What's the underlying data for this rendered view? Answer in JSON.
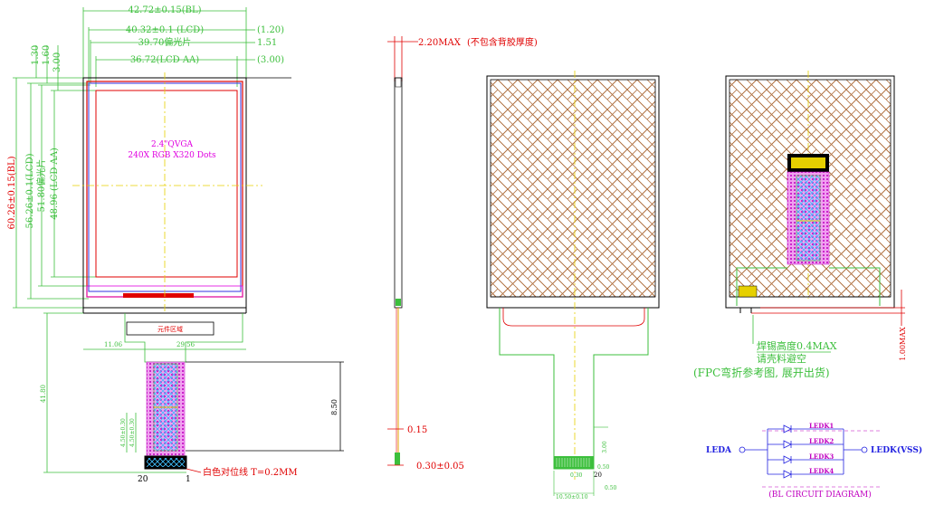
{
  "front_view": {
    "dims": {
      "bl_width": "42.72±0.15(BL)",
      "lcd_width": "40.32±0.1 (LCD)",
      "polarizer_width": "39.70偏光片",
      "lcd_aa_width": "36.72(LCD AA)",
      "right_offset_1": "(1.20)",
      "right_offset_2": "1.51",
      "right_offset_3": "(3.00)",
      "top_offset_1": "1.30",
      "top_offset_2": "1.60",
      "top_offset_3": "3.00",
      "bl_height": "60.26±0.15(BL)",
      "lcd_height": "56.26±0.1(LCD)",
      "polarizer_height": "51.80偏光片",
      "lcd_aa_height": "48.96 (LCD AA)",
      "fpc_left_offset": "11.06",
      "fpc_width": "29.56",
      "fpc_length": "41.80",
      "fpc_segment": "8.50",
      "pad_offset_a": "4.50±0.30",
      "pad_offset_b": "4.50±0.30",
      "pin_first": "20",
      "pin_last": "1"
    },
    "screen_label_line1": "2.4\"QVGA",
    "screen_label_line2": "240X RGB X320 Dots",
    "component_area_label": "元件区域",
    "white_mark_label": "白色对位线 T=0.2MM"
  },
  "side_view": {
    "thickness_max": "2.20MAX",
    "thickness_note": "(不包含背胶厚度)",
    "fpc_thickness": "0.15",
    "stiffener_thickness": "0.30±0.05"
  },
  "rear_view": {
    "finger_pitch": "0.30",
    "finger_width": "0.50",
    "finger_count": "20",
    "finger_total": "10.50±0.10",
    "tail_height": "3.00",
    "tail_edge": "0.50"
  },
  "back_view": {
    "solder_note": "焊锡高度0.4MAX",
    "clearance_note": "请壳料避空",
    "fpc_note": "(FPC弯折参考图, 展开出货)",
    "side_dim": "1.00MAX"
  },
  "bl_circuit": {
    "title": "(BL CIRCUIT DIAGRAM)",
    "anode": "LEDA",
    "cathode": "LEDK(VSS)",
    "leds": [
      "LEDK1",
      "LEDK2",
      "LEDK3",
      "LEDK4"
    ]
  },
  "colors": {
    "line": "#000000",
    "dimension": "#3cbf3c",
    "center_line": "#e6d000",
    "outline": "#e00000",
    "pink": "#e000e0",
    "circuit": "#2020e0",
    "hatch": "#b07040"
  }
}
